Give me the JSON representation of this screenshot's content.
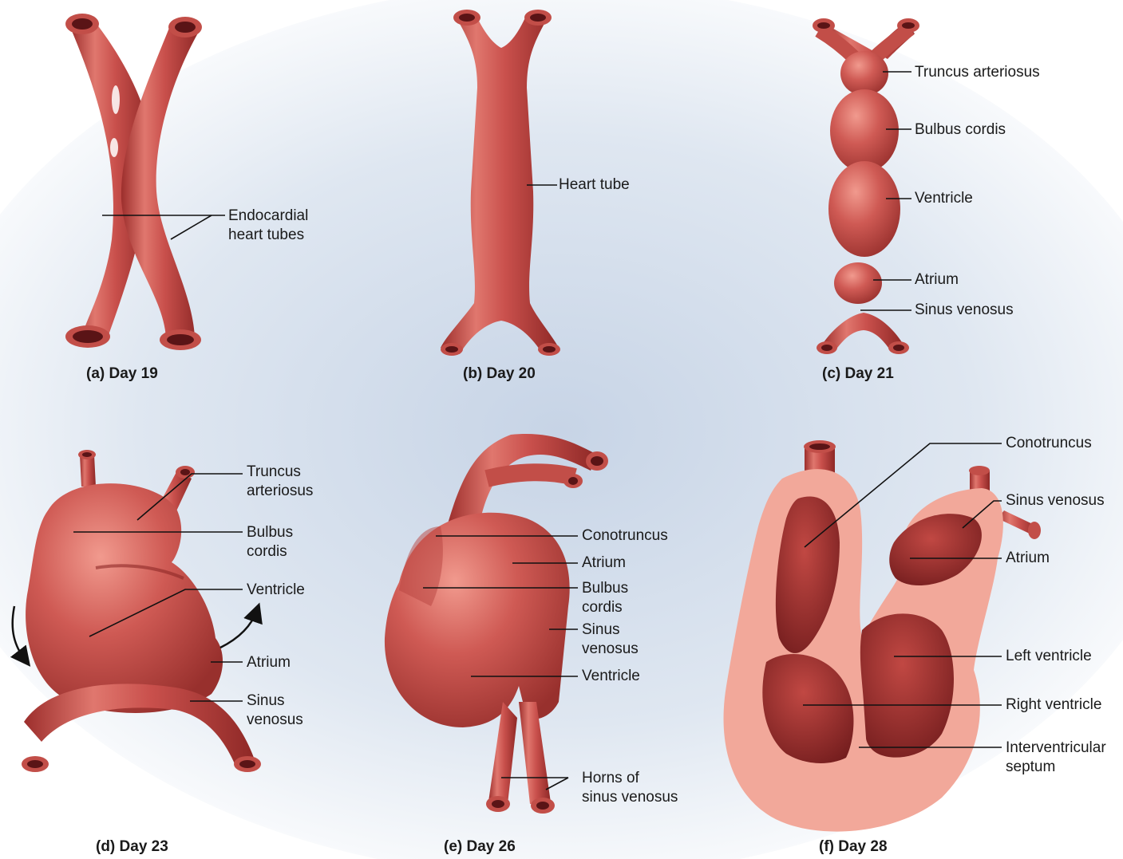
{
  "panels": {
    "a": {
      "caption": "(a) Day 19",
      "labels": {
        "endocardial": "Endocardial\nheart tubes"
      }
    },
    "b": {
      "caption": "(b) Day 20",
      "labels": {
        "heart_tube": "Heart tube"
      }
    },
    "c": {
      "caption": "(c) Day 21",
      "labels": {
        "truncus": "Truncus arteriosus",
        "bulbus": "Bulbus cordis",
        "ventricle": "Ventricle",
        "atrium": "Atrium",
        "sinus": "Sinus venosus"
      }
    },
    "d": {
      "caption": "(d) Day 23",
      "labels": {
        "truncus": "Truncus\narteriosus",
        "bulbus": "Bulbus\ncordis",
        "ventricle": "Ventricle",
        "atrium": "Atrium",
        "sinus": "Sinus\nvenosus"
      }
    },
    "e": {
      "caption": "(e) Day 26",
      "labels": {
        "conotruncus": "Conotruncus",
        "atrium": "Atrium",
        "bulbus": "Bulbus\ncordis",
        "sinus": "Sinus\nvenosus",
        "ventricle": "Ventricle",
        "horns": "Horns of\nsinus venosus"
      }
    },
    "f": {
      "caption": "(f) Day 28",
      "labels": {
        "conotruncus": "Conotruncus",
        "sinus": "Sinus venosus",
        "atrium": "Atrium",
        "left_ventricle": "Left ventricle",
        "right_ventricle": "Right ventricle",
        "septum": "Interventricular\nseptum"
      }
    }
  },
  "colors": {
    "tissue": "#c9504c",
    "tissue_dark": "#9c2e2c",
    "tissue_light": "#e88a80",
    "cut_surface": "#f2a89a",
    "lumen": "#5a1416",
    "background_glow": "#c7d4e6",
    "leader": "#111111"
  }
}
